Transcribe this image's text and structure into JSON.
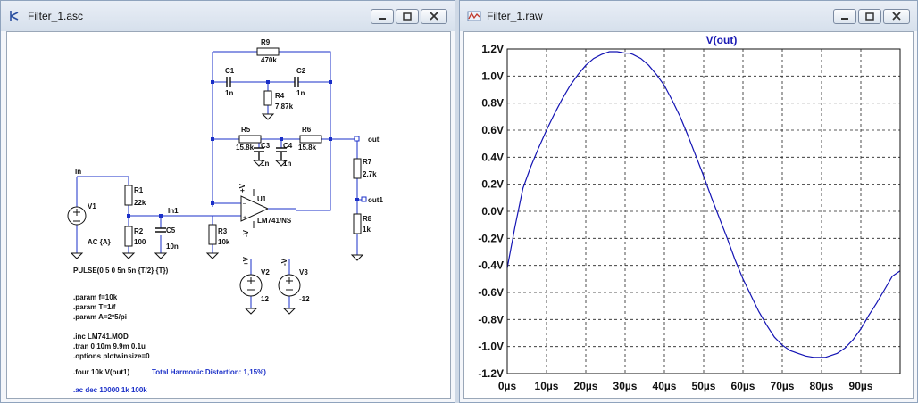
{
  "left_window": {
    "title": "Filter_1.asc",
    "components": {
      "r9": {
        "name": "R9",
        "value": "470k"
      },
      "c1": {
        "name": "C1",
        "value": "1n"
      },
      "c2": {
        "name": "C2",
        "value": "1n"
      },
      "r4": {
        "name": "R4",
        "value": "7.87k"
      },
      "r5": {
        "name": "R5",
        "value": "15.8k"
      },
      "r6": {
        "name": "R6",
        "value": "15.8k"
      },
      "c3": {
        "name": "C3",
        "value": "1n"
      },
      "c4": {
        "name": "C4",
        "value": "1n"
      },
      "r7": {
        "name": "R7",
        "value": "2.7k"
      },
      "r8": {
        "name": "R8",
        "value": "1k"
      },
      "r1": {
        "name": "R1",
        "value": "22k"
      },
      "r2": {
        "name": "R2",
        "value": "100"
      },
      "r3": {
        "name": "R3",
        "value": "10k"
      },
      "c5": {
        "name": "C5",
        "value": "10n"
      },
      "u1": {
        "name": "U1",
        "value": "LM741/NS"
      },
      "v1": {
        "name": "V1",
        "value": "AC {A}"
      },
      "v2": {
        "name": "V2",
        "value": "12"
      },
      "v3": {
        "name": "V3",
        "value": "-12"
      }
    },
    "nets": {
      "in": "In",
      "in1": "In1",
      "out": "out",
      "out1": "out1"
    },
    "pin_labels": {
      "plus": "+V",
      "minus": "-V"
    },
    "pulse": "PULSE(0 5 0 5n 5n {T/2} {T})",
    "directives": [
      ".param f=10k",
      ".param T=1/f",
      ".param A=2*5/pi"
    ],
    "directives2": [
      ".inc LM741.MOD",
      ".tran 0 10m 9.9m 0.1u",
      ".options plotwinsize=0"
    ],
    "four": ".four 10k V(out1)",
    "thd": "Total Harmonic Distortion: 1,15%)",
    "ac": ".ac dec 10000 1k 100k"
  },
  "right_window": {
    "title": "Filter_1.raw"
  },
  "chart_data": {
    "type": "line",
    "title": "V(out)",
    "series": [
      {
        "name": "V(out)",
        "color": "#1414b4",
        "x": [
          0,
          2,
          4,
          6,
          8,
          10,
          12,
          14,
          16,
          18,
          20,
          22,
          24,
          26,
          28,
          30,
          31,
          32,
          34,
          36,
          38,
          40,
          42,
          44,
          46,
          48,
          50,
          52,
          54,
          56,
          58,
          60,
          62,
          64,
          66,
          68,
          70,
          72,
          74,
          76,
          78,
          80,
          81,
          82,
          84,
          86,
          88,
          90,
          92,
          94,
          96,
          98,
          100
        ],
        "y": [
          -0.42,
          -0.11,
          0.17,
          0.33,
          0.47,
          0.6,
          0.72,
          0.83,
          0.93,
          1.01,
          1.08,
          1.13,
          1.16,
          1.18,
          1.18,
          1.17,
          1.17,
          1.16,
          1.13,
          1.08,
          1.01,
          0.93,
          0.82,
          0.7,
          0.56,
          0.41,
          0.26,
          0.1,
          -0.05,
          -0.2,
          -0.36,
          -0.5,
          -0.62,
          -0.74,
          -0.84,
          -0.93,
          -0.99,
          -1.03,
          -1.05,
          -1.07,
          -1.08,
          -1.08,
          -1.08,
          -1.07,
          -1.05,
          -1.01,
          -0.95,
          -0.87,
          -0.77,
          -0.68,
          -0.58,
          -0.48,
          -0.44
        ]
      }
    ],
    "x_ticks": [
      "0µs",
      "10µs",
      "20µs",
      "30µs",
      "40µs",
      "50µs",
      "60µs",
      "70µs",
      "80µs",
      "90µs"
    ],
    "y_ticks": [
      "1.2V",
      "1.0V",
      "0.8V",
      "0.6V",
      "0.4V",
      "0.2V",
      "0.0V",
      "-0.2V",
      "-0.4V",
      "-0.6V",
      "-0.8V",
      "-1.0V",
      "-1.2V"
    ],
    "xlim": [
      0,
      100
    ],
    "ylim": [
      -1.2,
      1.2
    ],
    "grid": true
  }
}
